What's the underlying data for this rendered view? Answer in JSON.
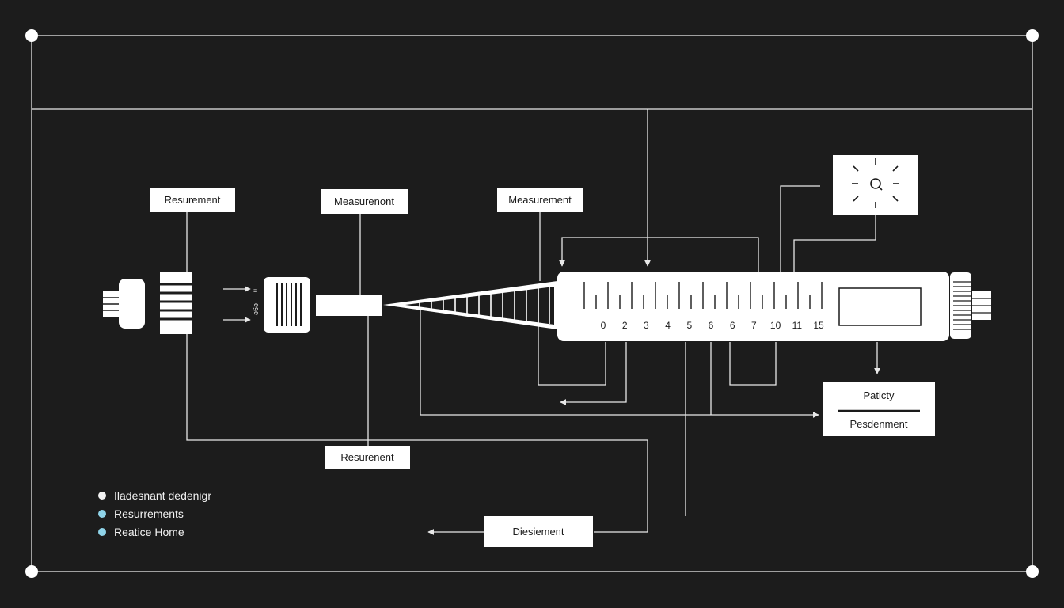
{
  "labels": {
    "resurement_top": "Resurement",
    "measurenont": "Measurenont",
    "measurement": "Measurement",
    "resurenent_bottom": "Resurenent",
    "diesiement": "Diesiement",
    "paticty": "Paticty",
    "pesdenment": "Pesdenment"
  },
  "side_glyphs": {
    "equals": "=",
    "text": "ə6ə"
  },
  "scale": {
    "numbers": [
      "0",
      "2",
      "3",
      "4",
      "5",
      "6",
      "6",
      "7",
      "10",
      "11",
      "15"
    ]
  },
  "legend": [
    {
      "text": "Iladesnant dedenigr",
      "color": "#f2f2f2"
    },
    {
      "text": "Resurrements",
      "color": "#8fd3e8"
    },
    {
      "text": "Reatice Home",
      "color": "#8fd3e8"
    }
  ],
  "colors": {
    "background": "#1c1c1c",
    "line": "#e8e8e8",
    "box_fill": "#ffffff",
    "accent_dot": "#8fd3e8"
  },
  "icons": {
    "sensor": "light-sensor-icon"
  }
}
